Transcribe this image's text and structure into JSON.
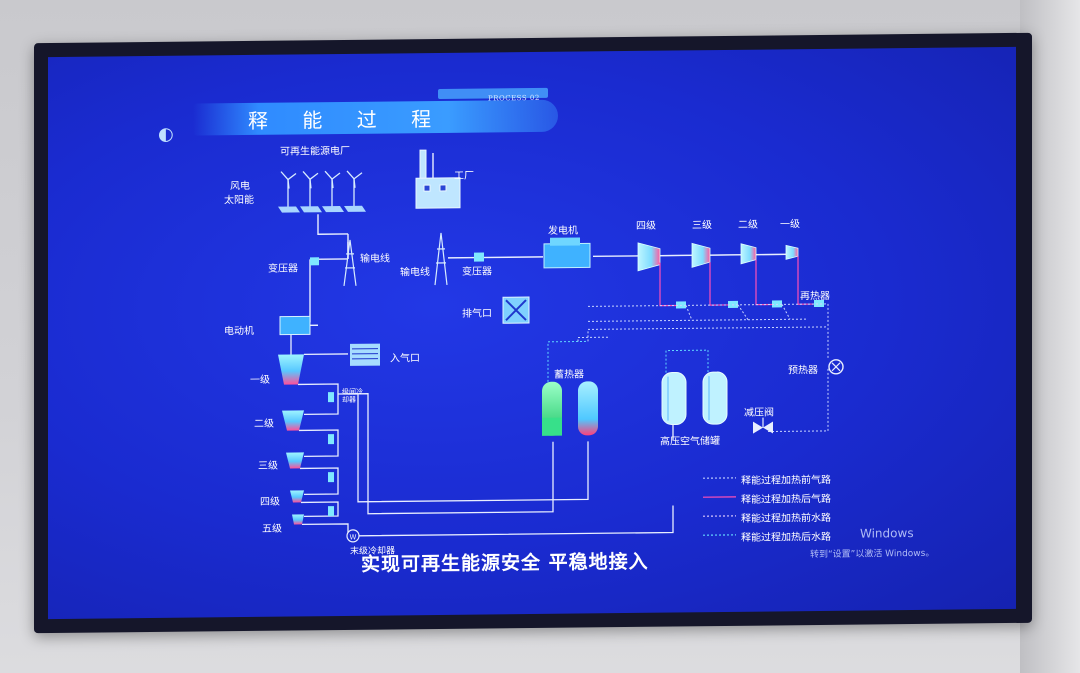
{
  "header": {
    "title": "释 能 过 程",
    "tag": "PROCESS 02"
  },
  "labels": {
    "renewable_plant": "可再生能源电厂",
    "wind": "风电",
    "solar": "太阳能",
    "transformer_left": "变压器",
    "power_line_left": "输电线",
    "factory": "工厂",
    "power_line_right": "输电线",
    "transformer_right": "变压器",
    "generator": "发电机",
    "turbine_stage4": "四级",
    "turbine_stage3": "三级",
    "turbine_stage2": "二级",
    "turbine_stage1": "一级",
    "exhaust": "排气口",
    "reheater": "再热器",
    "motor": "电动机",
    "air_inlet": "入气口",
    "comp_stage1": "一级",
    "comp_stage2": "二级",
    "comp_stage3": "三级",
    "comp_stage4": "四级",
    "comp_stage5": "五级",
    "intercooler": "级间冷却器",
    "heat_storage": "蓄热器",
    "preheater": "预热器",
    "pressure_valve": "减压阀",
    "hp_tank": "高压空气储罐",
    "final_cooler": "末级冷却器"
  },
  "legend": [
    {
      "label": "释能过程加热前气路",
      "color": "#b9c8ff"
    },
    {
      "label": "释能过程加热后气路",
      "color": "#ff4fb8"
    },
    {
      "label": "释能过程加热前水路",
      "color": "#d9c8ff"
    },
    {
      "label": "释能过程加热后水路",
      "color": "#62d6ff"
    }
  ],
  "caption": "实现可再生能源安全  平稳地接入",
  "watermark": {
    "line1": "Windows",
    "line2": "转到“设置”以激活 Windows。"
  },
  "colors": {
    "screen_bg": "#1a2bd0",
    "line_white": "#e8eeff",
    "line_pink": "#ff4fb8",
    "line_cyan": "#62d6ff",
    "accent_cyan": "#7fe8ff",
    "accent_green": "#37e08a",
    "accent_red": "#ff3f7a"
  }
}
